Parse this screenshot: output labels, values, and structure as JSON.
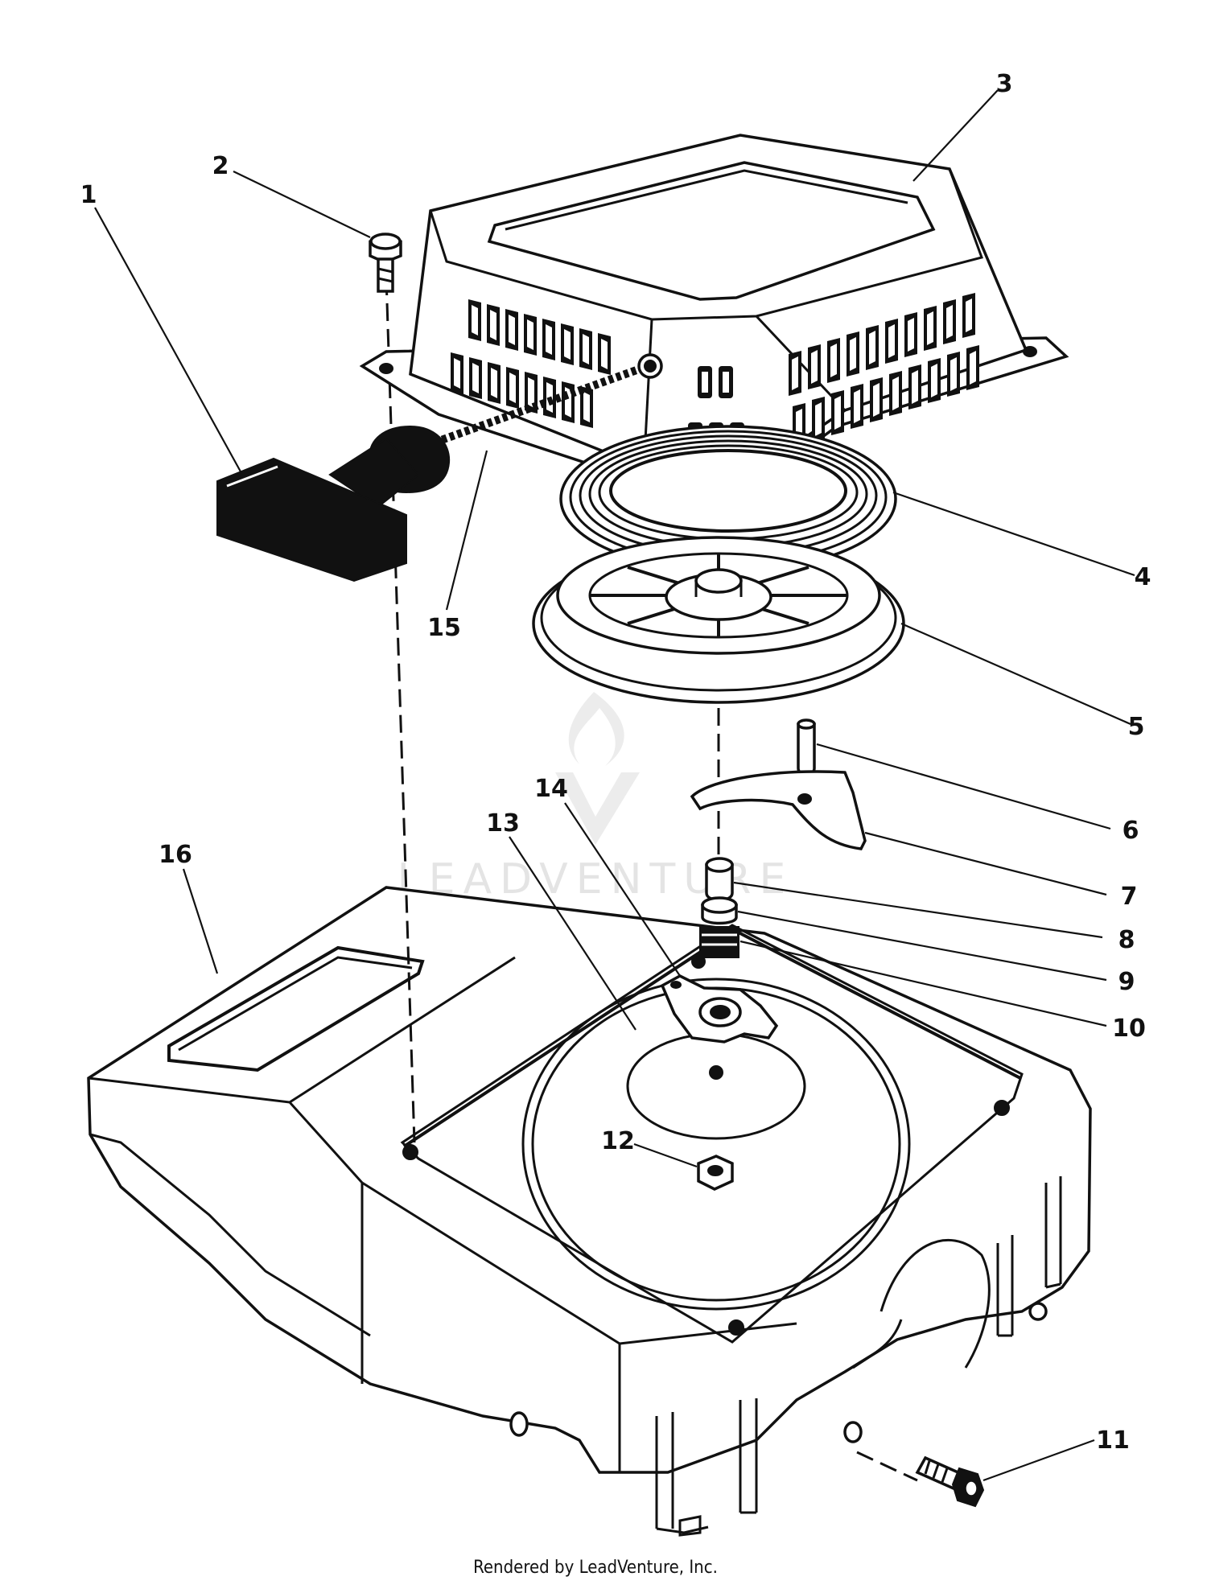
{
  "callouts": [
    {
      "id": "1",
      "label": "1"
    },
    {
      "id": "2",
      "label": "2"
    },
    {
      "id": "3",
      "label": "3"
    },
    {
      "id": "4",
      "label": "4"
    },
    {
      "id": "5",
      "label": "5"
    },
    {
      "id": "6",
      "label": "6"
    },
    {
      "id": "7",
      "label": "7"
    },
    {
      "id": "8",
      "label": "8"
    },
    {
      "id": "9",
      "label": "9"
    },
    {
      "id": "10",
      "label": "10"
    },
    {
      "id": "11",
      "label": "11"
    },
    {
      "id": "12",
      "label": "12"
    },
    {
      "id": "13",
      "label": "13"
    },
    {
      "id": "14",
      "label": "14"
    },
    {
      "id": "15",
      "label": "15"
    },
    {
      "id": "16",
      "label": "16"
    }
  ],
  "watermark": "LEADVENTURE",
  "credit": "Rendered by LeadVenture, Inc."
}
